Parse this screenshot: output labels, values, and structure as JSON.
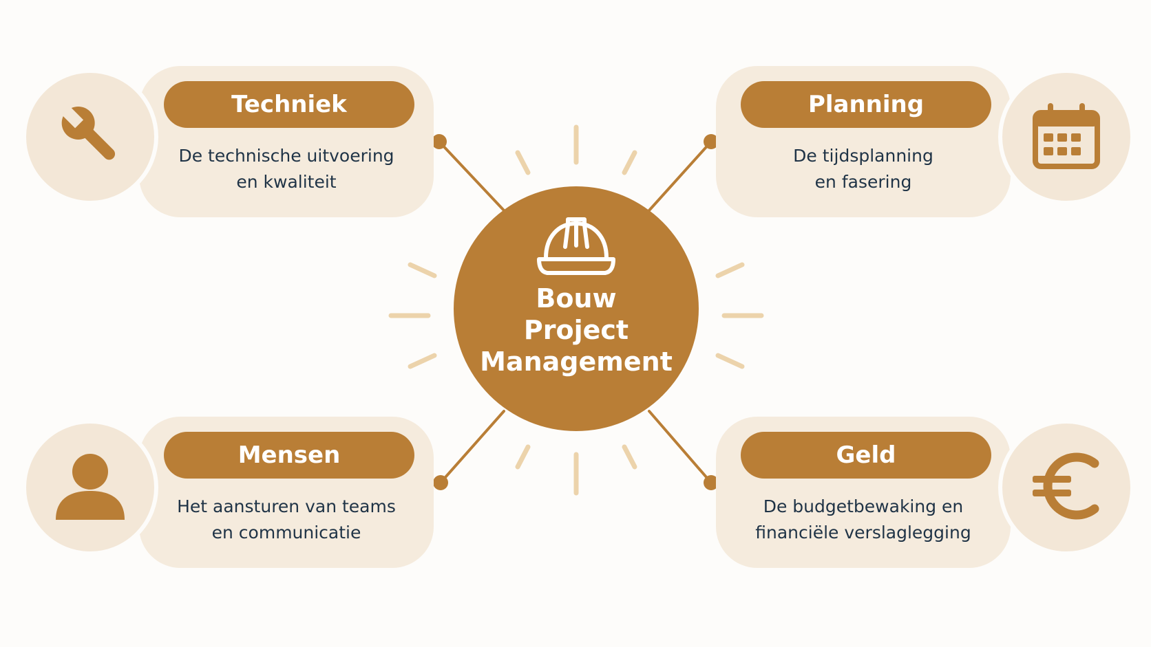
{
  "hub": {
    "title_lines": [
      "Bouw",
      "Project",
      "Management"
    ],
    "icon": "hard-hat-icon"
  },
  "nodes": [
    {
      "id": "techniek",
      "title": "Techniek",
      "desc_lines": [
        "De technische uitvoering",
        "en kwaliteit"
      ],
      "icon": "wrench-icon"
    },
    {
      "id": "planning",
      "title": "Planning",
      "desc_lines": [
        "De tijdsplanning",
        "en fasering"
      ],
      "icon": "calendar-icon"
    },
    {
      "id": "mensen",
      "title": "Mensen",
      "desc_lines": [
        "Het aansturen van teams",
        "en communicatie"
      ],
      "icon": "person-icon"
    },
    {
      "id": "geld",
      "title": "Geld",
      "desc_lines": [
        "De budgetbewaking en",
        "financiële verslaglegging"
      ],
      "icon": "euro-icon"
    }
  ],
  "colors": {
    "accent": "#b97e36",
    "card_bg": "#f5ebdd",
    "icon_bg": "#f3e7d7",
    "ray": "#ecd3ab",
    "text": "#1f3346",
    "background": "#fdfcfa"
  }
}
